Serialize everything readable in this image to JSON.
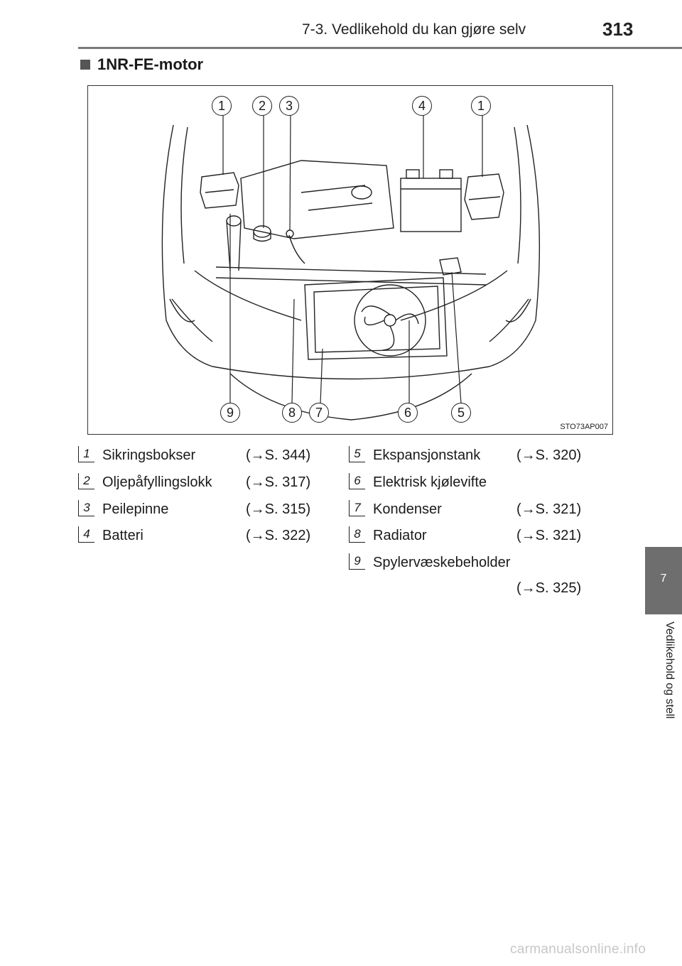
{
  "header": {
    "title": "7-3. Vedlikehold du kan gjøre selv",
    "page_number": "313"
  },
  "section": {
    "heading": "1NR-FE-motor"
  },
  "figure": {
    "code": "STO73AP007",
    "callouts_top": [
      "1",
      "2",
      "3",
      "4",
      "1"
    ],
    "callouts_bottom": [
      "9",
      "8",
      "7",
      "6",
      "5"
    ]
  },
  "legend": {
    "left": [
      {
        "num": "1",
        "label": "Sikringsbokser",
        "ref": "(→S. 344)"
      },
      {
        "num": "2",
        "label": "Oljepåfyllingslokk",
        "ref": "(→S. 317)"
      },
      {
        "num": "3",
        "label": "Peilepinne",
        "ref": "(→S. 315)"
      },
      {
        "num": "4",
        "label": "Batteri",
        "ref": "(→S. 322)"
      }
    ],
    "right": [
      {
        "num": "5",
        "label": "Ekspansjonstank",
        "ref": "(→S. 320)"
      },
      {
        "num": "6",
        "label": "Elektrisk kjølevifte",
        "ref": ""
      },
      {
        "num": "7",
        "label": "Kondenser",
        "ref": "(→S. 321)"
      },
      {
        "num": "8",
        "label": "Radiator",
        "ref": "(→S. 321)"
      },
      {
        "num": "9",
        "label": "Spylervæskebeholder",
        "ref": "(→S. 325)"
      }
    ]
  },
  "side_tab": {
    "chapter_number": "7",
    "chapter_title": "Vedlikehold og stell"
  },
  "watermark": "carmanualsonline.info"
}
